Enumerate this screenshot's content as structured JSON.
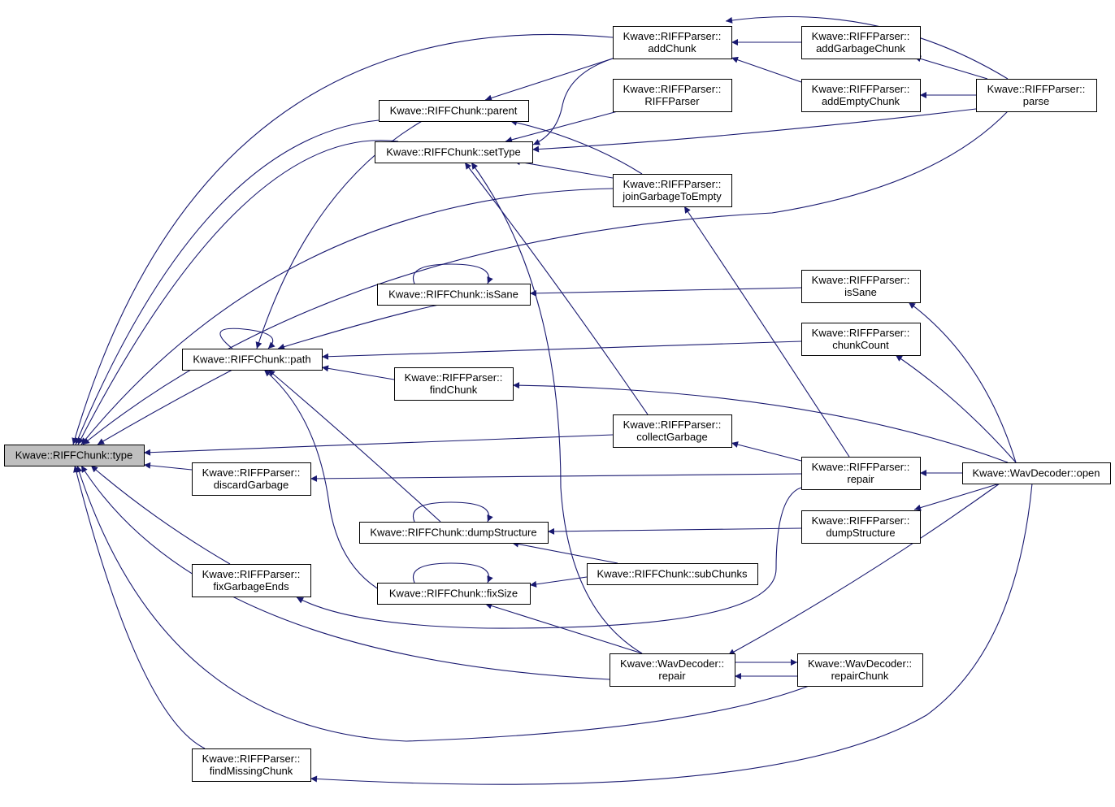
{
  "colors": {
    "edge": "#191970",
    "node_fill": "#ffffff",
    "root_fill": "#bfbfbf",
    "node_border": "#000000"
  },
  "nodes": [
    {
      "id": "type",
      "lines": [
        "Kwave::RIFFChunk::type"
      ],
      "root": true
    },
    {
      "id": "path",
      "lines": [
        "Kwave::RIFFChunk::path"
      ]
    },
    {
      "id": "parent",
      "lines": [
        "Kwave::RIFFChunk::parent"
      ]
    },
    {
      "id": "setType",
      "lines": [
        "Kwave::RIFFChunk::setType"
      ]
    },
    {
      "id": "isSaneC",
      "lines": [
        "Kwave::RIFFChunk::isSane"
      ]
    },
    {
      "id": "dumpC",
      "lines": [
        "Kwave::RIFFChunk::dumpStructure"
      ]
    },
    {
      "id": "fixSize",
      "lines": [
        "Kwave::RIFFChunk::fixSize"
      ]
    },
    {
      "id": "subChunks",
      "lines": [
        "Kwave::RIFFChunk::subChunks"
      ]
    },
    {
      "id": "discard",
      "lines": [
        "Kwave::RIFFParser::",
        "discardGarbage"
      ]
    },
    {
      "id": "fixGarb",
      "lines": [
        "Kwave::RIFFParser::",
        "fixGarbageEnds"
      ]
    },
    {
      "id": "findMiss",
      "lines": [
        "Kwave::RIFFParser::",
        "findMissingChunk"
      ]
    },
    {
      "id": "findChunk",
      "lines": [
        "Kwave::RIFFParser::",
        "findChunk"
      ]
    },
    {
      "id": "addChunk",
      "lines": [
        "Kwave::RIFFParser::",
        "addChunk"
      ]
    },
    {
      "id": "ctor",
      "lines": [
        "Kwave::RIFFParser::",
        "RIFFParser"
      ]
    },
    {
      "id": "joinG",
      "lines": [
        "Kwave::RIFFParser::",
        "joinGarbageToEmpty"
      ]
    },
    {
      "id": "collect",
      "lines": [
        "Kwave::RIFFParser::",
        "collectGarbage"
      ]
    },
    {
      "id": "wdRepair",
      "lines": [
        "Kwave::WavDecoder::",
        "repair"
      ]
    },
    {
      "id": "addGarb",
      "lines": [
        "Kwave::RIFFParser::",
        "addGarbageChunk"
      ]
    },
    {
      "id": "addEmpty",
      "lines": [
        "Kwave::RIFFParser::",
        "addEmptyChunk"
      ]
    },
    {
      "id": "isSaneP",
      "lines": [
        "Kwave::RIFFParser::",
        "isSane"
      ]
    },
    {
      "id": "chunkCount",
      "lines": [
        "Kwave::RIFFParser::",
        "chunkCount"
      ]
    },
    {
      "id": "repairP",
      "lines": [
        "Kwave::RIFFParser::",
        "repair"
      ]
    },
    {
      "id": "dumpP",
      "lines": [
        "Kwave::RIFFParser::",
        "dumpStructure"
      ]
    },
    {
      "id": "repairChunk",
      "lines": [
        "Kwave::WavDecoder::",
        "repairChunk"
      ]
    },
    {
      "id": "parse",
      "lines": [
        "Kwave::RIFFParser::",
        "parse"
      ]
    },
    {
      "id": "open",
      "lines": [
        "Kwave::WavDecoder::open"
      ]
    }
  ],
  "edges": [
    {
      "from": "path",
      "to": "type"
    },
    {
      "from": "parent",
      "to": "type"
    },
    {
      "from": "setType",
      "to": "type"
    },
    {
      "from": "addChunk",
      "to": "type"
    },
    {
      "from": "joinG",
      "to": "type"
    },
    {
      "from": "parse",
      "to": "type"
    },
    {
      "from": "collect",
      "to": "type"
    },
    {
      "from": "discard",
      "to": "type"
    },
    {
      "from": "fixGarb",
      "to": "type"
    },
    {
      "from": "wdRepair",
      "to": "type"
    },
    {
      "from": "repairChunk",
      "to": "type"
    },
    {
      "from": "findMiss",
      "to": "type"
    },
    {
      "from": "path",
      "to": "path"
    },
    {
      "from": "parent",
      "to": "path"
    },
    {
      "from": "isSaneC",
      "to": "path"
    },
    {
      "from": "chunkCount",
      "to": "path"
    },
    {
      "from": "findChunk",
      "to": "path"
    },
    {
      "from": "dumpC",
      "to": "path"
    },
    {
      "from": "fixSize",
      "to": "path"
    },
    {
      "from": "addChunk",
      "to": "parent"
    },
    {
      "from": "joinG",
      "to": "parent"
    },
    {
      "from": "addChunk",
      "to": "setType"
    },
    {
      "from": "ctor",
      "to": "setType"
    },
    {
      "from": "parse",
      "to": "setType"
    },
    {
      "from": "joinG",
      "to": "setType"
    },
    {
      "from": "collect",
      "to": "setType"
    },
    {
      "from": "wdRepair",
      "to": "setType"
    },
    {
      "from": "isSaneC",
      "to": "isSaneC"
    },
    {
      "from": "isSaneP",
      "to": "isSaneC"
    },
    {
      "from": "dumpC",
      "to": "dumpC"
    },
    {
      "from": "dumpP",
      "to": "dumpC"
    },
    {
      "from": "subChunks",
      "to": "dumpC"
    },
    {
      "from": "fixSize",
      "to": "fixSize"
    },
    {
      "from": "subChunks",
      "to": "fixSize"
    },
    {
      "from": "wdRepair",
      "to": "fixSize"
    },
    {
      "from": "repairP",
      "to": "discard"
    },
    {
      "from": "repairP",
      "to": "fixGarb"
    },
    {
      "from": "open",
      "to": "findMiss"
    },
    {
      "from": "open",
      "to": "findChunk"
    },
    {
      "from": "addGarb",
      "to": "addChunk"
    },
    {
      "from": "addEmpty",
      "to": "addChunk"
    },
    {
      "from": "parse",
      "to": "addChunk"
    },
    {
      "from": "parse",
      "to": "addGarb"
    },
    {
      "from": "parse",
      "to": "addEmpty"
    },
    {
      "from": "repairP",
      "to": "joinG"
    },
    {
      "from": "repairP",
      "to": "collect"
    },
    {
      "from": "open",
      "to": "isSaneP"
    },
    {
      "from": "open",
      "to": "chunkCount"
    },
    {
      "from": "open",
      "to": "repairP"
    },
    {
      "from": "open",
      "to": "dumpP"
    },
    {
      "from": "open",
      "to": "wdRepair"
    },
    {
      "from": "wdRepair",
      "to": "repairChunk"
    },
    {
      "from": "repairChunk",
      "to": "wdRepair"
    }
  ]
}
